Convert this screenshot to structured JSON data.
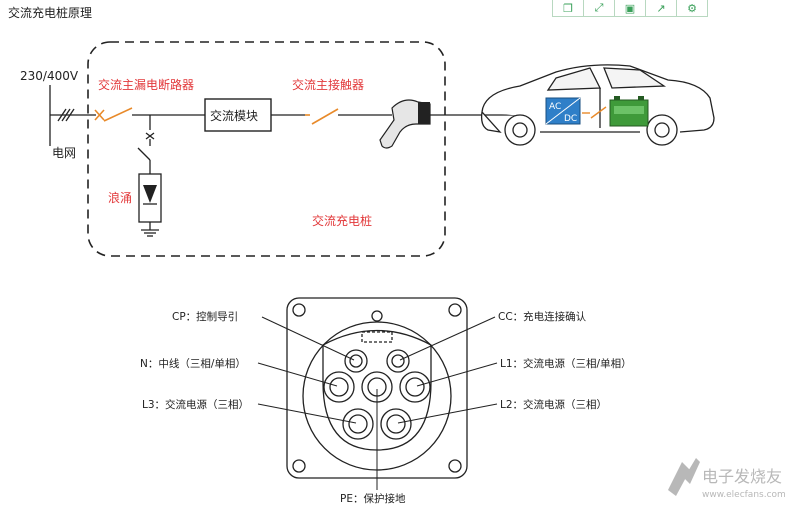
{
  "title": "交流充电桩原理",
  "toolbar": {
    "buttons": [
      {
        "name": "copy-icon",
        "glyph": "❐"
      },
      {
        "name": "expand-icon",
        "glyph": "⤢"
      },
      {
        "name": "save-icon",
        "glyph": "▣"
      },
      {
        "name": "share-icon",
        "glyph": "↗"
      },
      {
        "name": "settings-icon",
        "glyph": "⚙"
      }
    ]
  },
  "circuit": {
    "voltage": "230/400V",
    "grid": "电网",
    "breaker": "交流主漏电断路器",
    "module": "交流模块",
    "contactor": "交流主接触器",
    "surge": "浪涌",
    "pile": "交流充电桩",
    "ac": "AC",
    "dc": "DC"
  },
  "connector": {
    "cp": "CP：控制导引",
    "cc": "CC：充电连接确认",
    "n": "N：中线（三相/单相）",
    "l1": "L1：交流电源（三相/单相）",
    "l3": "L3：交流电源（三相）",
    "l2": "L2：交流电源（三相）",
    "pe": "PE：保护接地"
  },
  "watermark": {
    "cn": "电子发烧友",
    "url": "www.elecfans.com"
  },
  "colors": {
    "accent_red": "#e2383a",
    "line": "#222222",
    "battery_green": "#3f9a3a",
    "converter_blue": "#2f7fc8"
  }
}
